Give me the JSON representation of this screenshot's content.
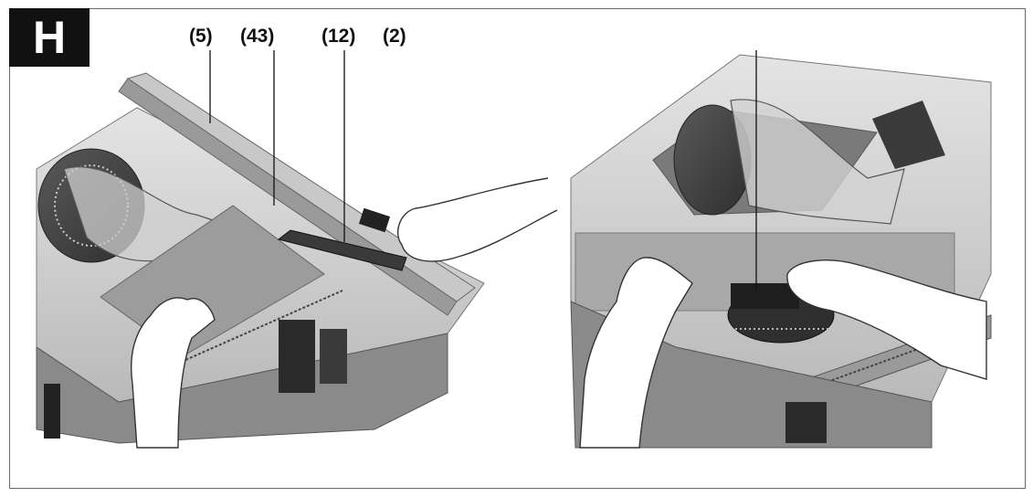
{
  "figure": {
    "badge": "H",
    "callouts": [
      {
        "label": "(5)"
      },
      {
        "label": "(43)"
      },
      {
        "label": "(12)"
      },
      {
        "label": "(2)"
      }
    ]
  },
  "colors": {
    "border": "#6a6a6a",
    "badge_bg": "#111111",
    "metal_light": "#d6d6d6",
    "metal_mid": "#a8a8a8",
    "metal_dark": "#4a4a4a",
    "wood": "#9c9c9c"
  }
}
